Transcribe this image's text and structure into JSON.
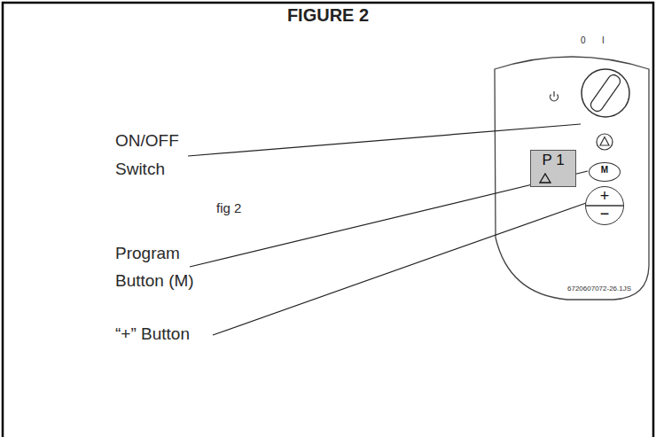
{
  "diagram": {
    "title": "FIGURE 2",
    "nodes": [
      {
        "text": [
          "P 1"
        ]
      },
      {
        "text": [
          "M"
        ]
      },
      {
        "text": [
          "+",
          "−"
        ]
      }
    ],
    "labels": [
      "ON/OFF Switch",
      "fig 2",
      "Program Button (M)",
      "“+” Button",
      "0",
      "I",
      "6720607072-26.1JS"
    ]
  }
}
